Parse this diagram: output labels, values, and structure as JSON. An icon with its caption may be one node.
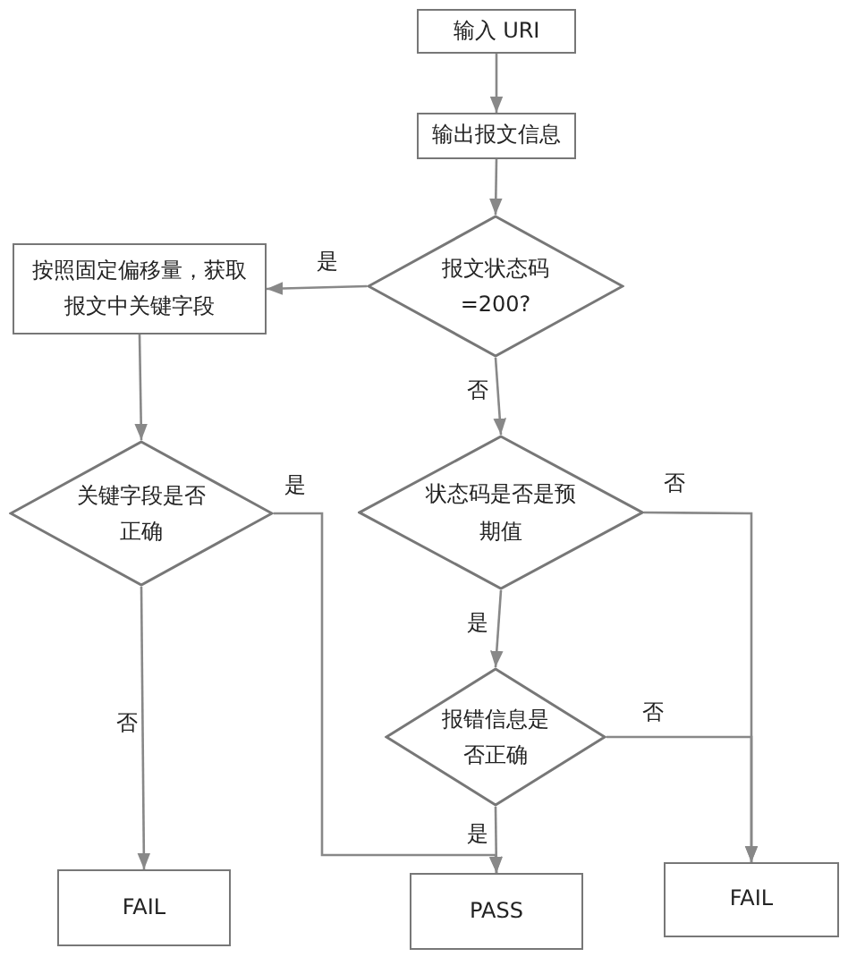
{
  "diagram": {
    "nodes": [
      {
        "text": [
          "输入 URI"
        ]
      },
      {
        "text": [
          "输出报文信息"
        ]
      },
      {
        "text": [
          "报文状态码=200?"
        ]
      },
      {
        "text": [
          "按照固定偏移量，获取报文中关键字段"
        ]
      },
      {
        "text": [
          "关键字段是否正确"
        ]
      },
      {
        "text": [
          "状态码是否是预期值"
        ]
      },
      {
        "text": [
          "报错信息是否正确"
        ]
      },
      {
        "text": [
          "FAIL"
        ]
      },
      {
        "text": [
          "PASS"
        ]
      },
      {
        "text": [
          "FAIL"
        ]
      }
    ],
    "edges": [
      {
        "from": 0,
        "to": 1,
        "arrow": "to"
      },
      {
        "from": 1,
        "to": 2,
        "arrow": "to"
      },
      {
        "from": 2,
        "to": 3,
        "arrow": "to",
        "label": "是"
      },
      {
        "from": 2,
        "to": 5,
        "arrow": "to",
        "label": "否"
      },
      {
        "from": 3,
        "to": 4,
        "arrow": "to"
      },
      {
        "from": 4,
        "to": 7,
        "arrow": "to",
        "label": "否"
      },
      {
        "from": 4,
        "to": 8,
        "arrow": "to",
        "label": "是"
      },
      {
        "from": 5,
        "to": 6,
        "arrow": "to",
        "label": "是"
      },
      {
        "from": 5,
        "to": 9,
        "arrow": "to",
        "label": "否"
      },
      {
        "from": 6,
        "to": 9,
        "arrow": "to",
        "label": "否"
      },
      {
        "from": 6,
        "to": 8,
        "arrow": "to",
        "label": "是"
      }
    ]
  }
}
